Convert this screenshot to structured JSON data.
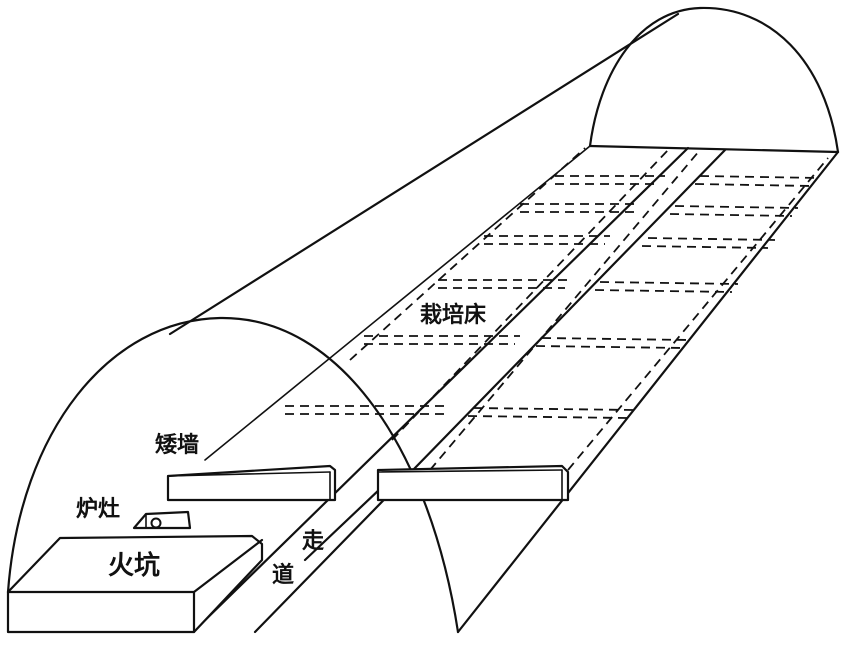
{
  "labels": {
    "cultivation_bed": "栽培床",
    "short_wall": "矮墙",
    "stove": "炉灶",
    "fire_kang": "火坑",
    "walkway_top": "走",
    "walkway_bottom": "道"
  }
}
